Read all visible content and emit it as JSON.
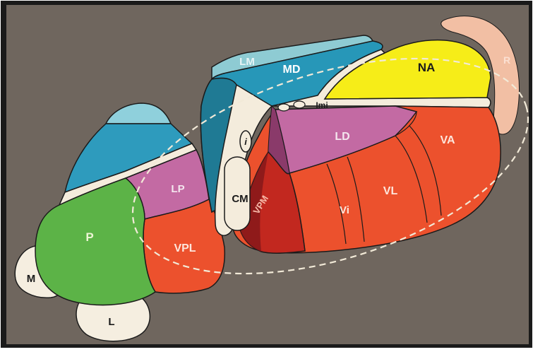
{
  "colors": {
    "background": "#6f665e",
    "frame": "#1a1a1a",
    "outline": "#1b1b1b",
    "cream": "#f5eee0",
    "lamina": "#f4ecdc",
    "dashed_ellipse": "#f2ead8",
    "lm": "#8ecbd3",
    "md": "#2797b8",
    "md_dark": "#1f7a94",
    "na": "#f6ed18",
    "r": "#f2bfa4",
    "ld": "#c36aa3",
    "lp": "#c36aa3",
    "lateral_red": "#ec512d",
    "vpm": "#c2281f",
    "vpm_dark": "#7e1519",
    "p": "#5cb347",
    "pulvinar_blue": "#2e9bbd",
    "pulvinar_cap": "#8fd0dc"
  },
  "labels": {
    "lm": "LM",
    "md": "MD",
    "na": "NA",
    "r": "R",
    "imi": "Imi",
    "i": "i",
    "ld": "LD",
    "va": "VA",
    "cm": "CM",
    "vpm": "VPM",
    "vi": "Vi",
    "vl": "VL",
    "lp": "LP",
    "vpl": "VPL",
    "p": "P",
    "m": "M",
    "l": "L"
  }
}
